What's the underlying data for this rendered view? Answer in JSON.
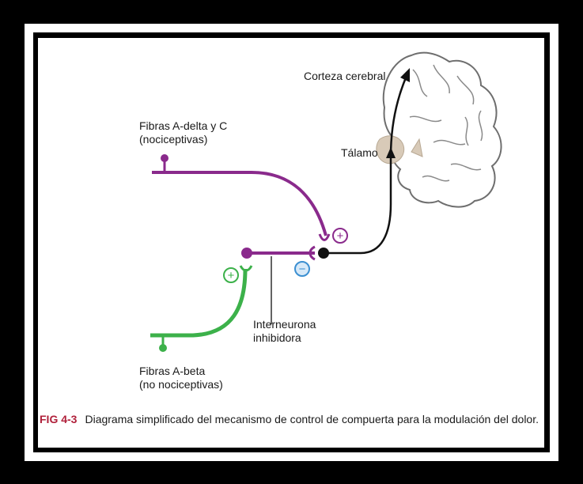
{
  "labels": {
    "cortex": "Corteza cerebral",
    "thalamus": "Tálamo",
    "nociceptive_line1": "Fibras A-delta y C",
    "nociceptive_line2": "(nociceptivas)",
    "interneuron_line1": "Interneurona",
    "interneuron_line2": "inhibidora",
    "non_nociceptive_line1": "Fibras A-beta",
    "non_nociceptive_line2": "(no nociceptivas)"
  },
  "signs": {
    "plus_purple": "+",
    "minus_blue": "−",
    "plus_green": "+"
  },
  "caption": {
    "figure_number": "FIG 4-3",
    "text": "Diagrama simplificado del mecanismo de control de compuerta para la modulación del dolor."
  },
  "colors": {
    "purple": "#8a2a8c",
    "green": "#3cb14a",
    "blue": "#3b8fd1",
    "black": "#111111",
    "figure_red": "#b0203a"
  }
}
